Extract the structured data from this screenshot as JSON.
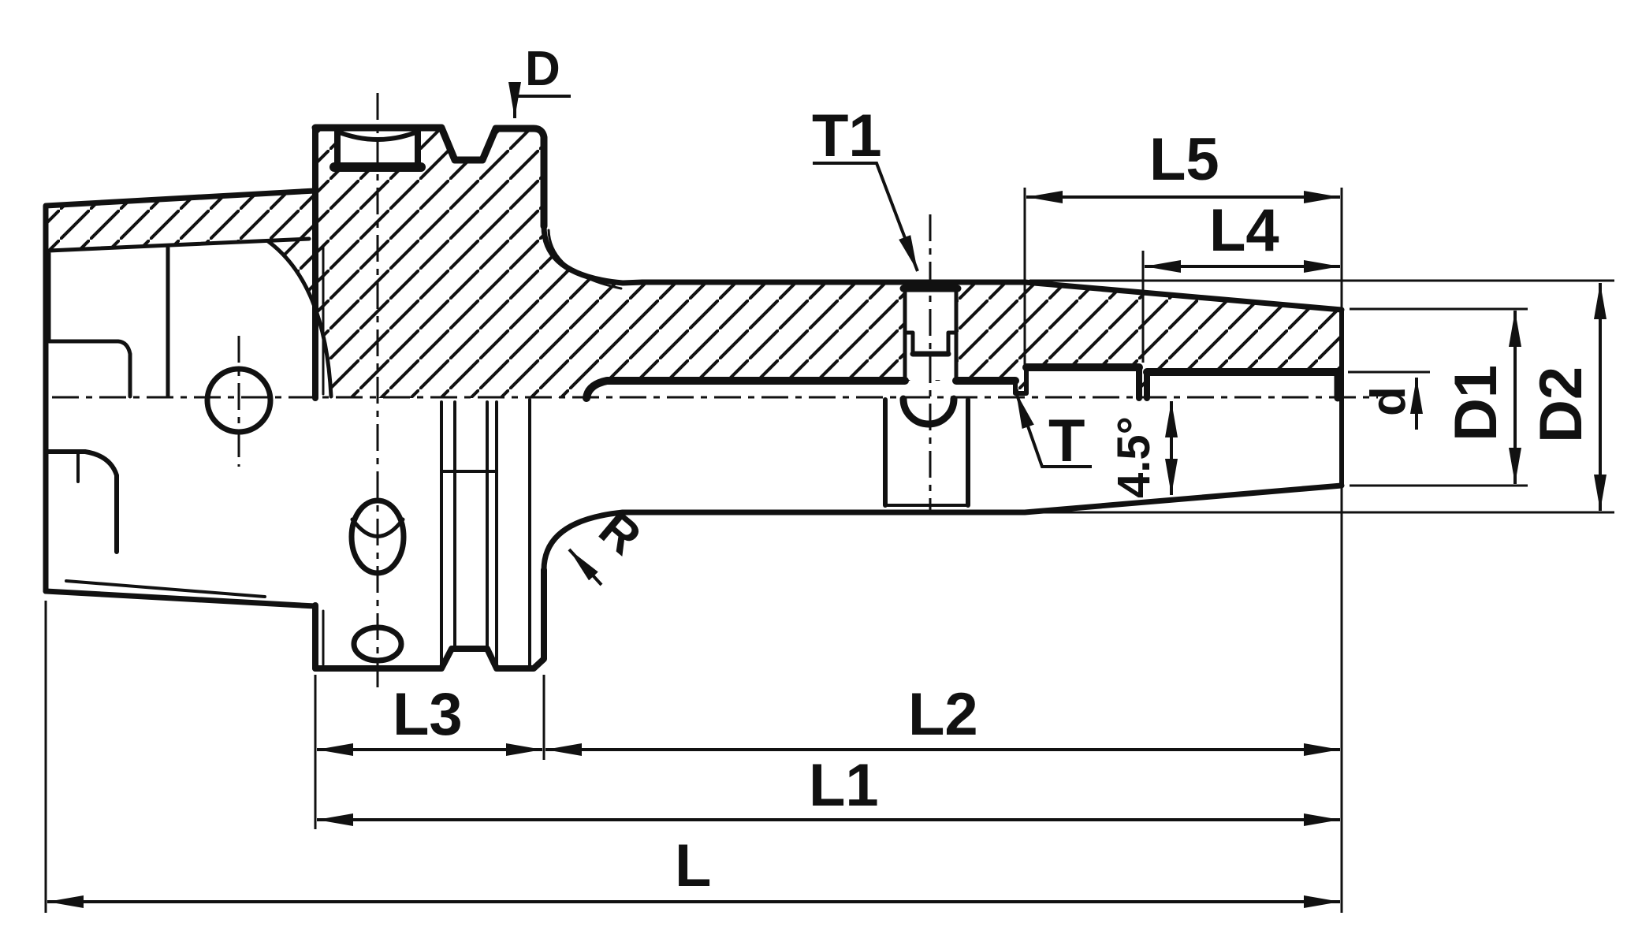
{
  "drawing": {
    "title": "Shrink-fit tool holder cross-section drawing",
    "view": "half section with external lower half",
    "colors": {
      "line": "#111111",
      "background": "#ffffff"
    },
    "labels": {
      "flange_rim_diameter": "D",
      "screw_position_top": "T1",
      "nose_taper_length": "L5",
      "clamp_bore_length": "L4",
      "bore_diameter": "d",
      "tip_diameter": "D1",
      "body_diameter": "D2",
      "taper_angle": "4.5°",
      "bore_depth": "T",
      "fillet_radius": "R",
      "flange_width": "L3",
      "projection_length": "L2",
      "functional_length": "L1",
      "overall_length": "L"
    }
  }
}
